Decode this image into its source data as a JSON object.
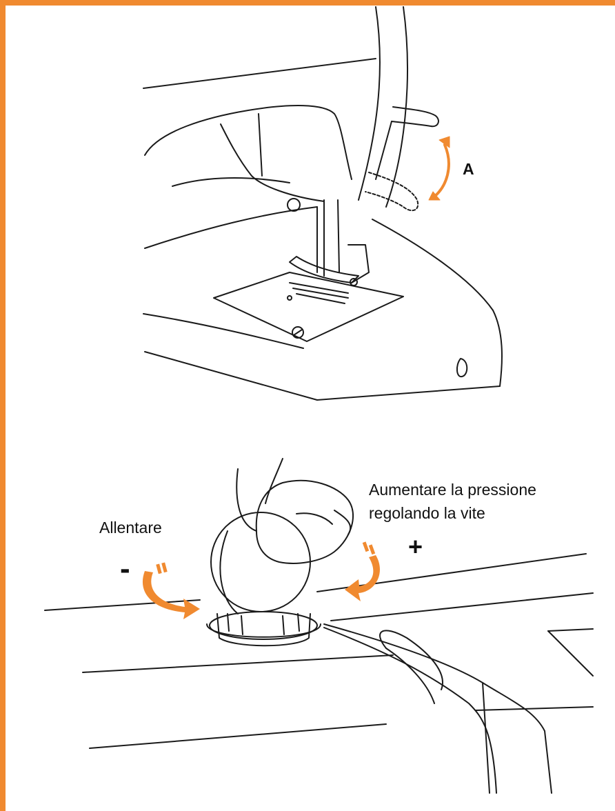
{
  "labels": {
    "a": "A",
    "loosen": "Allentare",
    "increase_line1": "Aumentare la pressione",
    "increase_line2": "regolando la vite",
    "minus": "-",
    "plus": "+"
  },
  "colors": {
    "accent": "#F08A30",
    "line": "#1a1a1a"
  }
}
